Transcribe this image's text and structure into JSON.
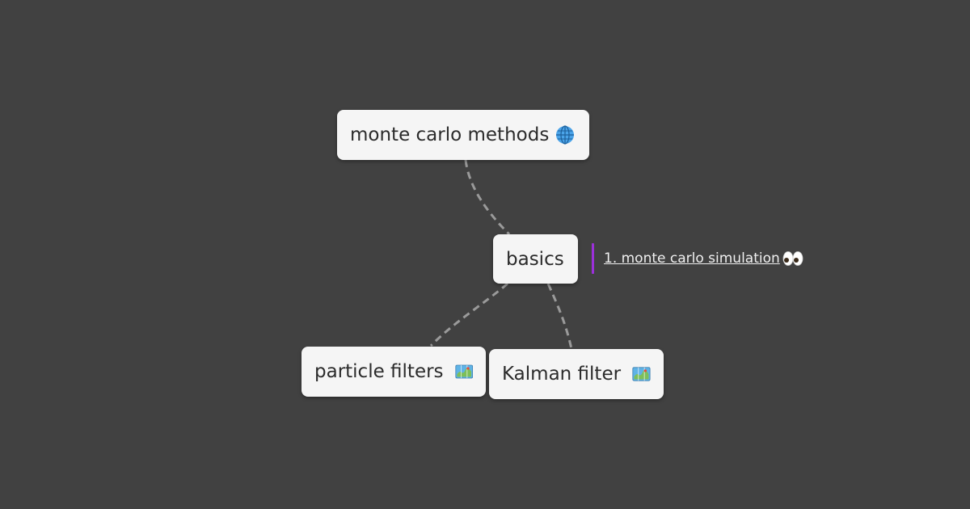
{
  "nodes": {
    "monte": {
      "label": "monte carlo methods",
      "icon": "globe-icon"
    },
    "basics": {
      "label": "basics"
    },
    "particle": {
      "label": "particle filters",
      "icon": "map-icon"
    },
    "kalman": {
      "label": "Kalman filter",
      "icon": "map-icon"
    }
  },
  "note": {
    "link_text": "1. monte carlo simulation",
    "icon": "eyes-icon",
    "accent": "#9b30d9"
  },
  "edges": [
    {
      "from": "monte",
      "to": "basics"
    },
    {
      "from": "basics",
      "to": "particle"
    },
    {
      "from": "basics",
      "to": "kalman"
    }
  ],
  "colors": {
    "background": "#414141",
    "node_fill": "#f5f5f5",
    "edge": "#9a9a9a"
  }
}
